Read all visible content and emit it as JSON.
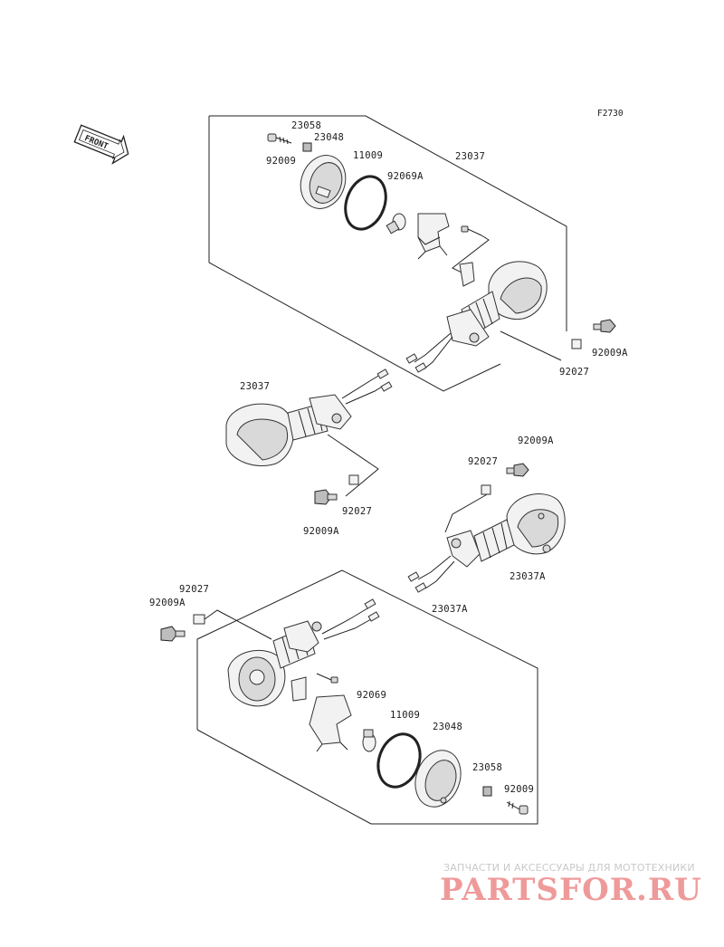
{
  "diagram": {
    "figure_code": "F2730",
    "front_label": "FRONT",
    "labels": {
      "a_23058": "23058",
      "a_23048": "23048",
      "a_92009": "92009",
      "a_11009": "11009",
      "a_23037": "23037",
      "a_92069A": "92069A",
      "a_92009A": "92009A",
      "a_92027": "92027",
      "b_23037": "23037",
      "b_92027": "92027",
      "b_92009A": "92009A",
      "c_92009A": "92009A",
      "c_92027": "92027",
      "c_23037A": "23037A",
      "d_92027": "92027",
      "d_92009A": "92009A",
      "d_23037A": "23037A",
      "d_92069": "92069",
      "d_11009": "11009",
      "d_23048": "23048",
      "d_23058": "23058",
      "d_92009": "92009"
    }
  },
  "watermark": {
    "tagline": "ЗАПЧАСТИ И АКСЕССУАРЫ ДЛЯ МОТОТЕХНИКИ",
    "logo": "PARTSFOR.RU"
  }
}
